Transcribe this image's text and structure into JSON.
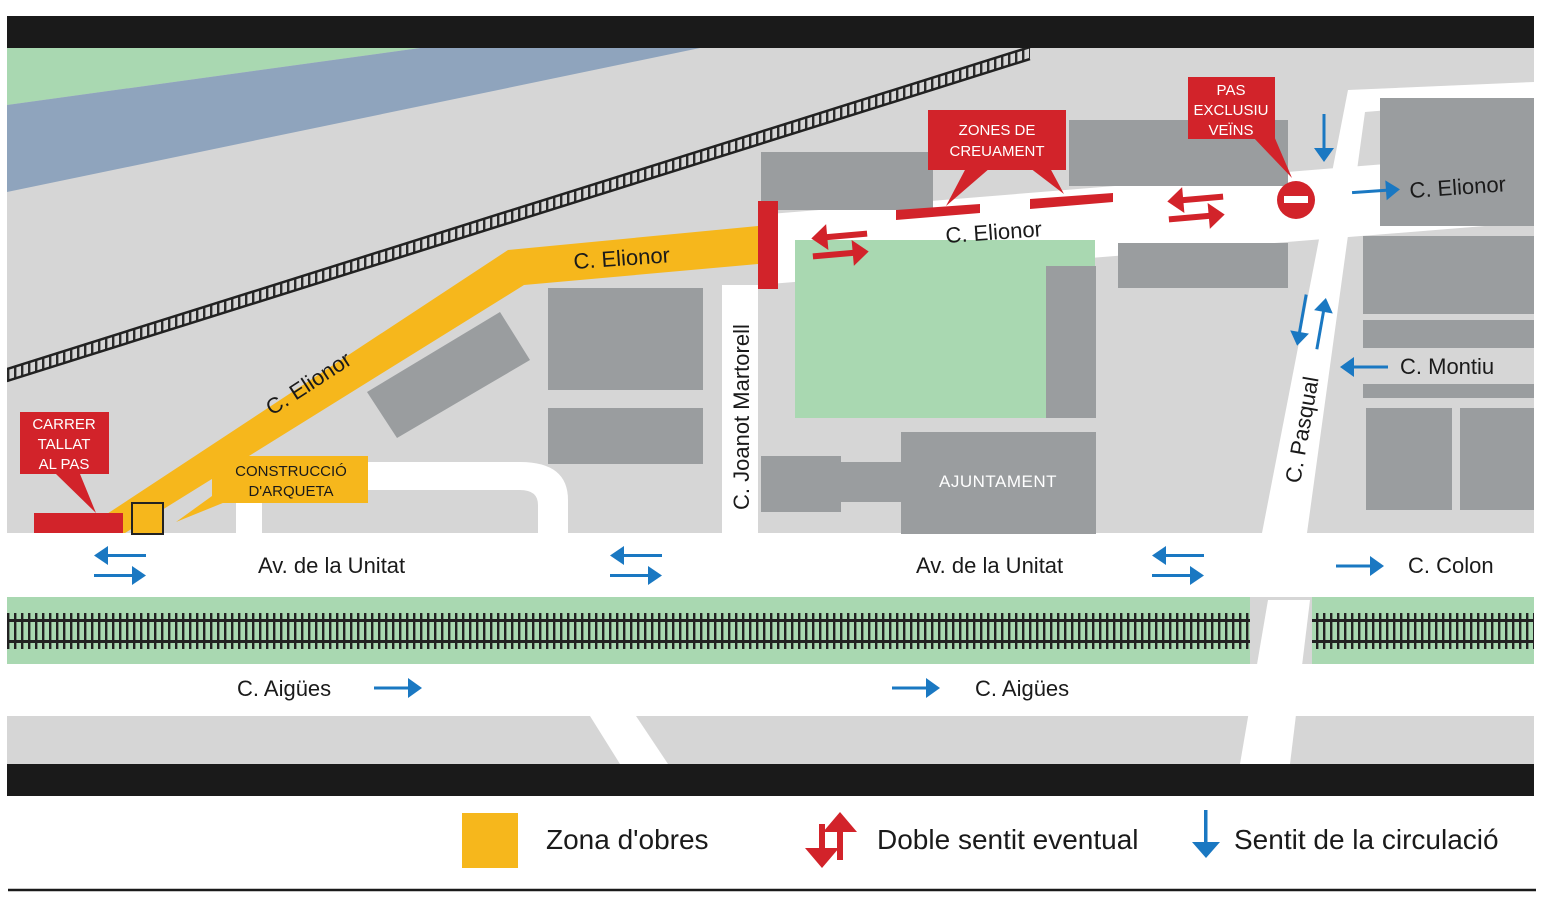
{
  "colors": {
    "background": "#d6d6d6",
    "road": "#ffffff",
    "building": "#9a9d9f",
    "green": "#a9d8b1",
    "river": "#8fa4bd",
    "works_zone": "#f6b71c",
    "callout_red": "#d2232a",
    "flow_blue": "#1a78c2",
    "frame": "#1a1a1a"
  },
  "streets": {
    "elionor_diag": "C. Elionor",
    "elionor_mid": "C. Elionor",
    "elionor_east": "C. Elionor",
    "elionor_right": "C. Elionor",
    "joanot": "C. Joanot Martorell",
    "pasqual": "C. Pasqual",
    "montiu": "C. Montiu",
    "colon": "C. Colon",
    "unitat_left": "Av. de la Unitat",
    "unitat_right": "Av. de la Unitat",
    "aigues_left": "C. Aigües",
    "aigues_right": "C. Aigües"
  },
  "buildings": {
    "ajuntament": "AJUNTAMENT"
  },
  "callouts": {
    "carrer_tallat": [
      "CARRER",
      "TALLAT",
      "AL PAS"
    ],
    "construccio": [
      "CONSTRUCCIÓ",
      "D'ARQUETA"
    ],
    "zones_creuament": [
      "ZONES DE",
      "CREUAMENT"
    ],
    "pas_exclusiu": [
      "PAS",
      "EXCLUSIU",
      "VEÏNS"
    ]
  },
  "icons": {
    "no_entry": "no-entry-icon",
    "two_way": "two-way-arrows-icon",
    "flow": "flow-arrow-icon"
  },
  "legend": {
    "works_zone": "Zona d'obres",
    "two_way": "Doble sentit eventual",
    "flow": "Sentit de la circulació"
  }
}
